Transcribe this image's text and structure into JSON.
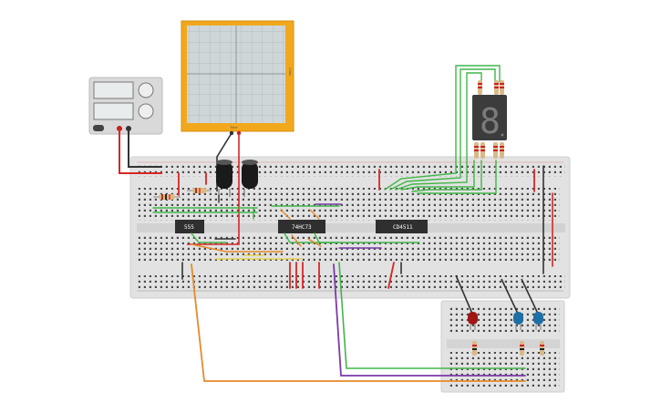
{
  "chips": {
    "timer": "555",
    "counter": "74HC73",
    "decoder": "CD4511"
  },
  "oscilloscope": {
    "time_label": "Time",
    "volt_label": "V/div"
  },
  "colors": {
    "board": "#e2e2e2",
    "rail_red": "#d93a32",
    "rail_black": "#3a3a3a",
    "wire_green": "#41b649",
    "wire_orange": "#e58a2b",
    "wire_purple": "#7a3aa8",
    "wire_red": "#d92626",
    "scope_frame": "#f2a81d",
    "led_red": "#a11616",
    "led_blue": "#1f6fa6"
  },
  "display": {
    "digit": "8"
  }
}
